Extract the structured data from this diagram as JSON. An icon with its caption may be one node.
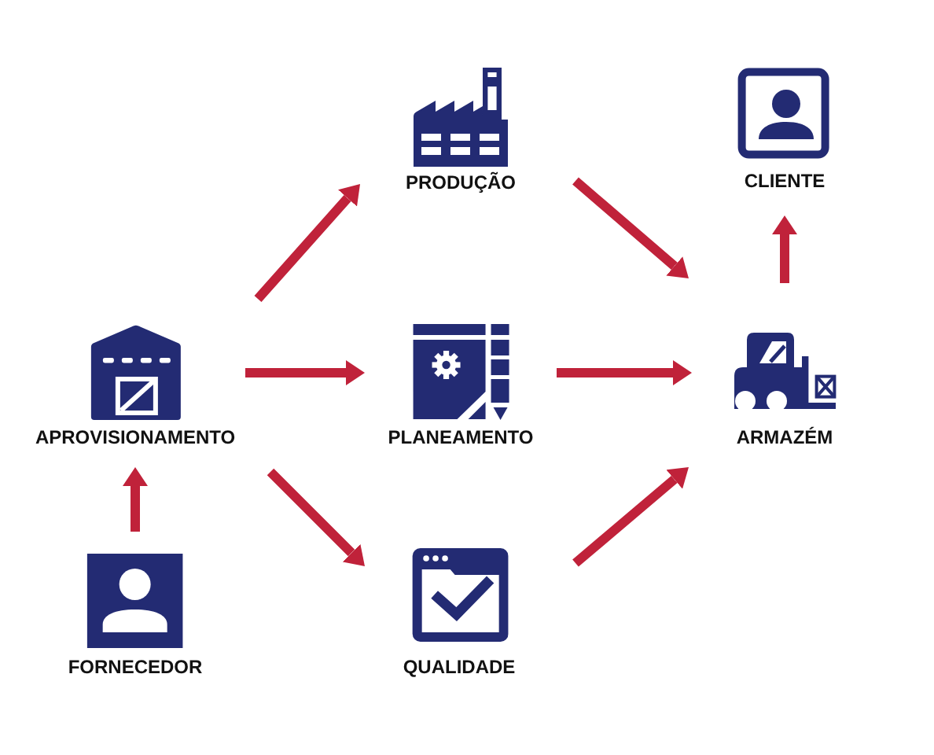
{
  "diagram": {
    "nodes": [
      {
        "text": [
          "PRODUÇÃO"
        ]
      },
      {
        "text": [
          "CLIENTE"
        ]
      },
      {
        "text": [
          "APROVISIONAMENTO"
        ]
      },
      {
        "text": [
          "PLANEAMENTO"
        ]
      },
      {
        "text": [
          "ARMAZÉM"
        ]
      },
      {
        "text": [
          "FORNECEDOR"
        ]
      },
      {
        "text": [
          "QUALIDADE"
        ]
      }
    ],
    "edges": [
      {
        "from": 5,
        "to": 2,
        "arrow": "to"
      },
      {
        "from": 2,
        "to": 0,
        "arrow": "to"
      },
      {
        "from": 2,
        "to": 3,
        "arrow": "to"
      },
      {
        "from": 2,
        "to": 6,
        "arrow": "to"
      },
      {
        "from": 0,
        "to": 4,
        "arrow": "to"
      },
      {
        "from": 3,
        "to": 4,
        "arrow": "to"
      },
      {
        "from": 6,
        "to": 4,
        "arrow": "to"
      },
      {
        "from": 4,
        "to": 1,
        "arrow": "to"
      }
    ]
  }
}
